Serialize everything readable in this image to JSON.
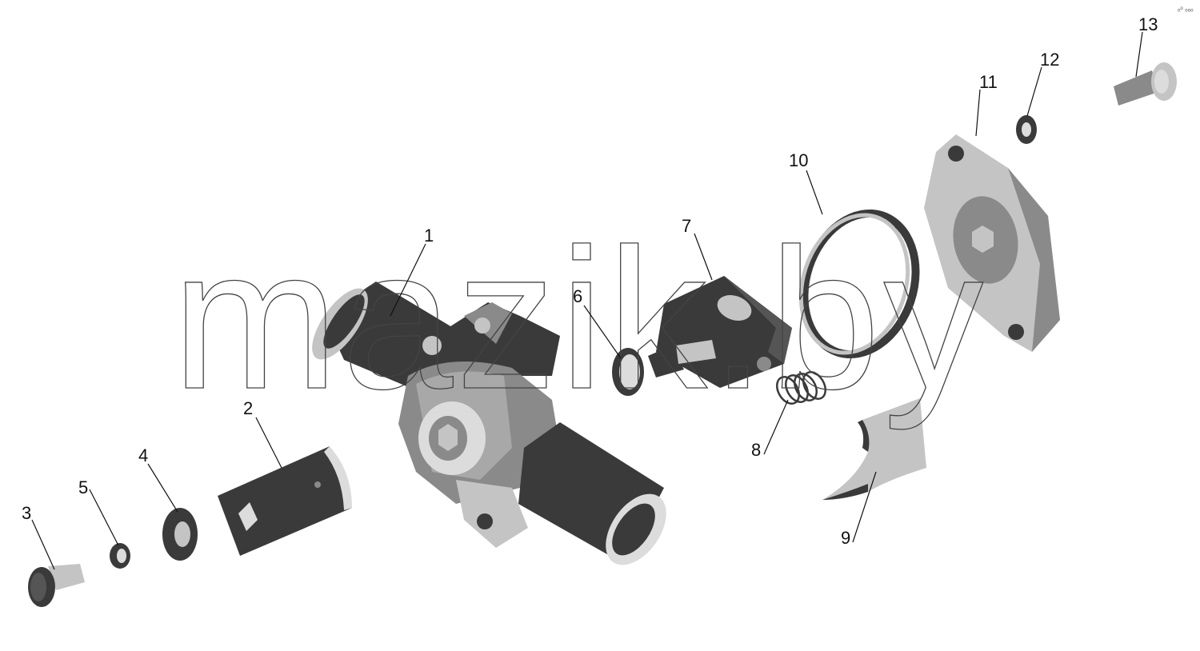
{
  "watermark": "mazik.by",
  "corner_mark": "ₒᵒ ₒₒₒ",
  "colors": {
    "dark": "#3a3a3a",
    "mid": "#8a8a8a",
    "light": "#c4c4c4",
    "lightest": "#dcdcdc",
    "ink": "#111111"
  },
  "callouts": [
    {
      "id": "1",
      "label": "1",
      "part": "housing"
    },
    {
      "id": "2",
      "label": "2",
      "part": "sleeve"
    },
    {
      "id": "3",
      "label": "3",
      "part": "bolt"
    },
    {
      "id": "4",
      "label": "4",
      "part": "washer"
    },
    {
      "id": "5",
      "label": "5",
      "part": "nut"
    },
    {
      "id": "6",
      "label": "6",
      "part": "o-ring"
    },
    {
      "id": "7",
      "label": "7",
      "part": "valve-body"
    },
    {
      "id": "8",
      "label": "8",
      "part": "spring"
    },
    {
      "id": "9",
      "label": "9",
      "part": "gasket"
    },
    {
      "id": "10",
      "label": "10",
      "part": "ring-seal"
    },
    {
      "id": "11",
      "label": "11",
      "part": "cover"
    },
    {
      "id": "12",
      "label": "12",
      "part": "nut"
    },
    {
      "id": "13",
      "label": "13",
      "part": "bolt"
    }
  ]
}
